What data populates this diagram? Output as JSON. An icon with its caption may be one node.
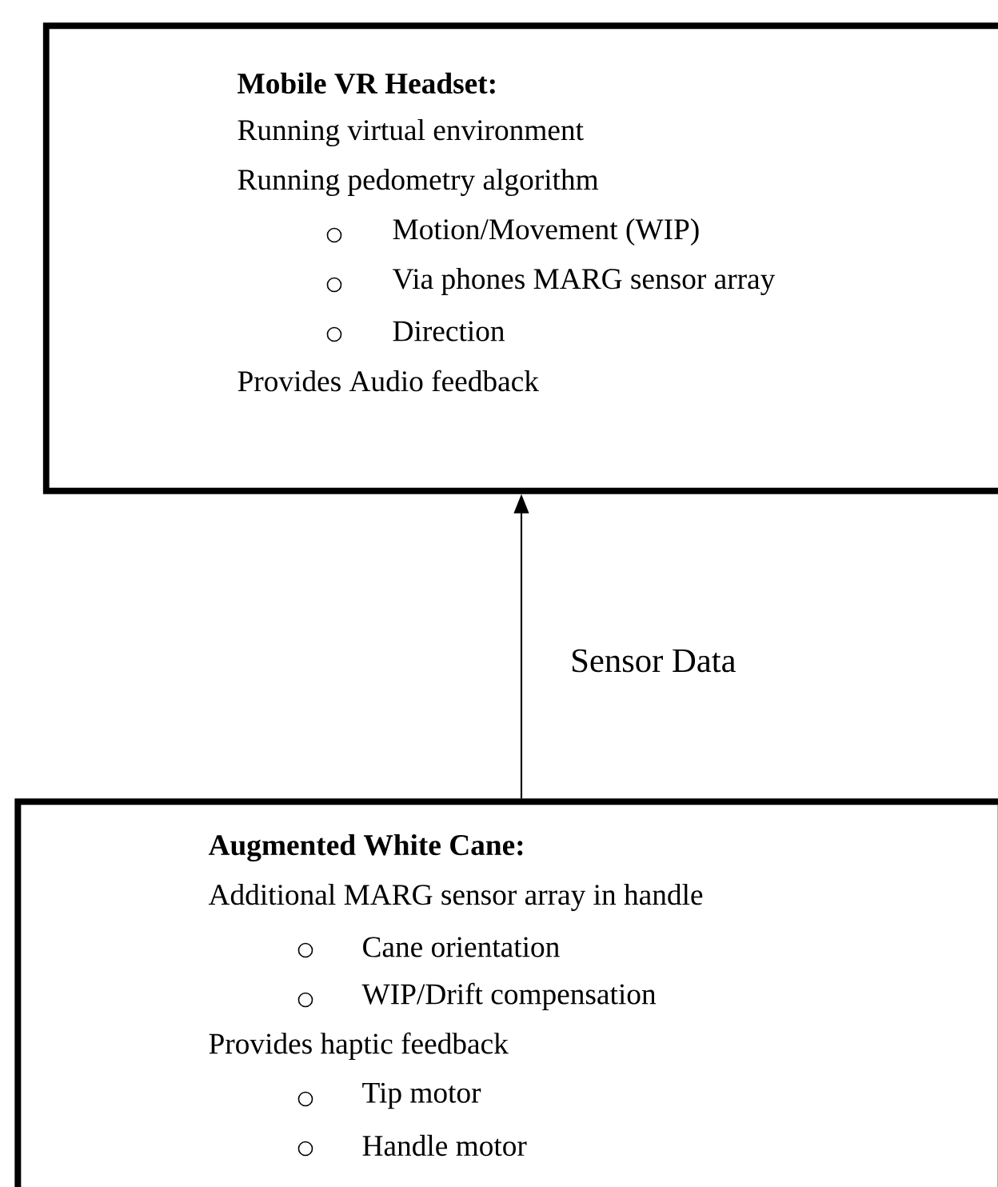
{
  "diagram": {
    "nodes": [
      {
        "text": [
          "Mobile VR Headset:",
          "Running virtual environment",
          "Running pedometry algorithm",
          "Motion/Movement (WIP)",
          "Via phones MARG sensor array",
          "Direction",
          "Provides Audio feedback"
        ]
      },
      {
        "text": [
          "Augmented White Cane:",
          "Additional MARG sensor array in handle",
          "Cane orientation",
          "WIP/Drift    compensation",
          "Provides haptic feedback",
          "Tip motor",
          "Handle motor"
        ]
      }
    ],
    "edges": [
      {
        "from": 1,
        "to": 0,
        "arrow": "to",
        "label": "Sensor Data"
      }
    ]
  }
}
